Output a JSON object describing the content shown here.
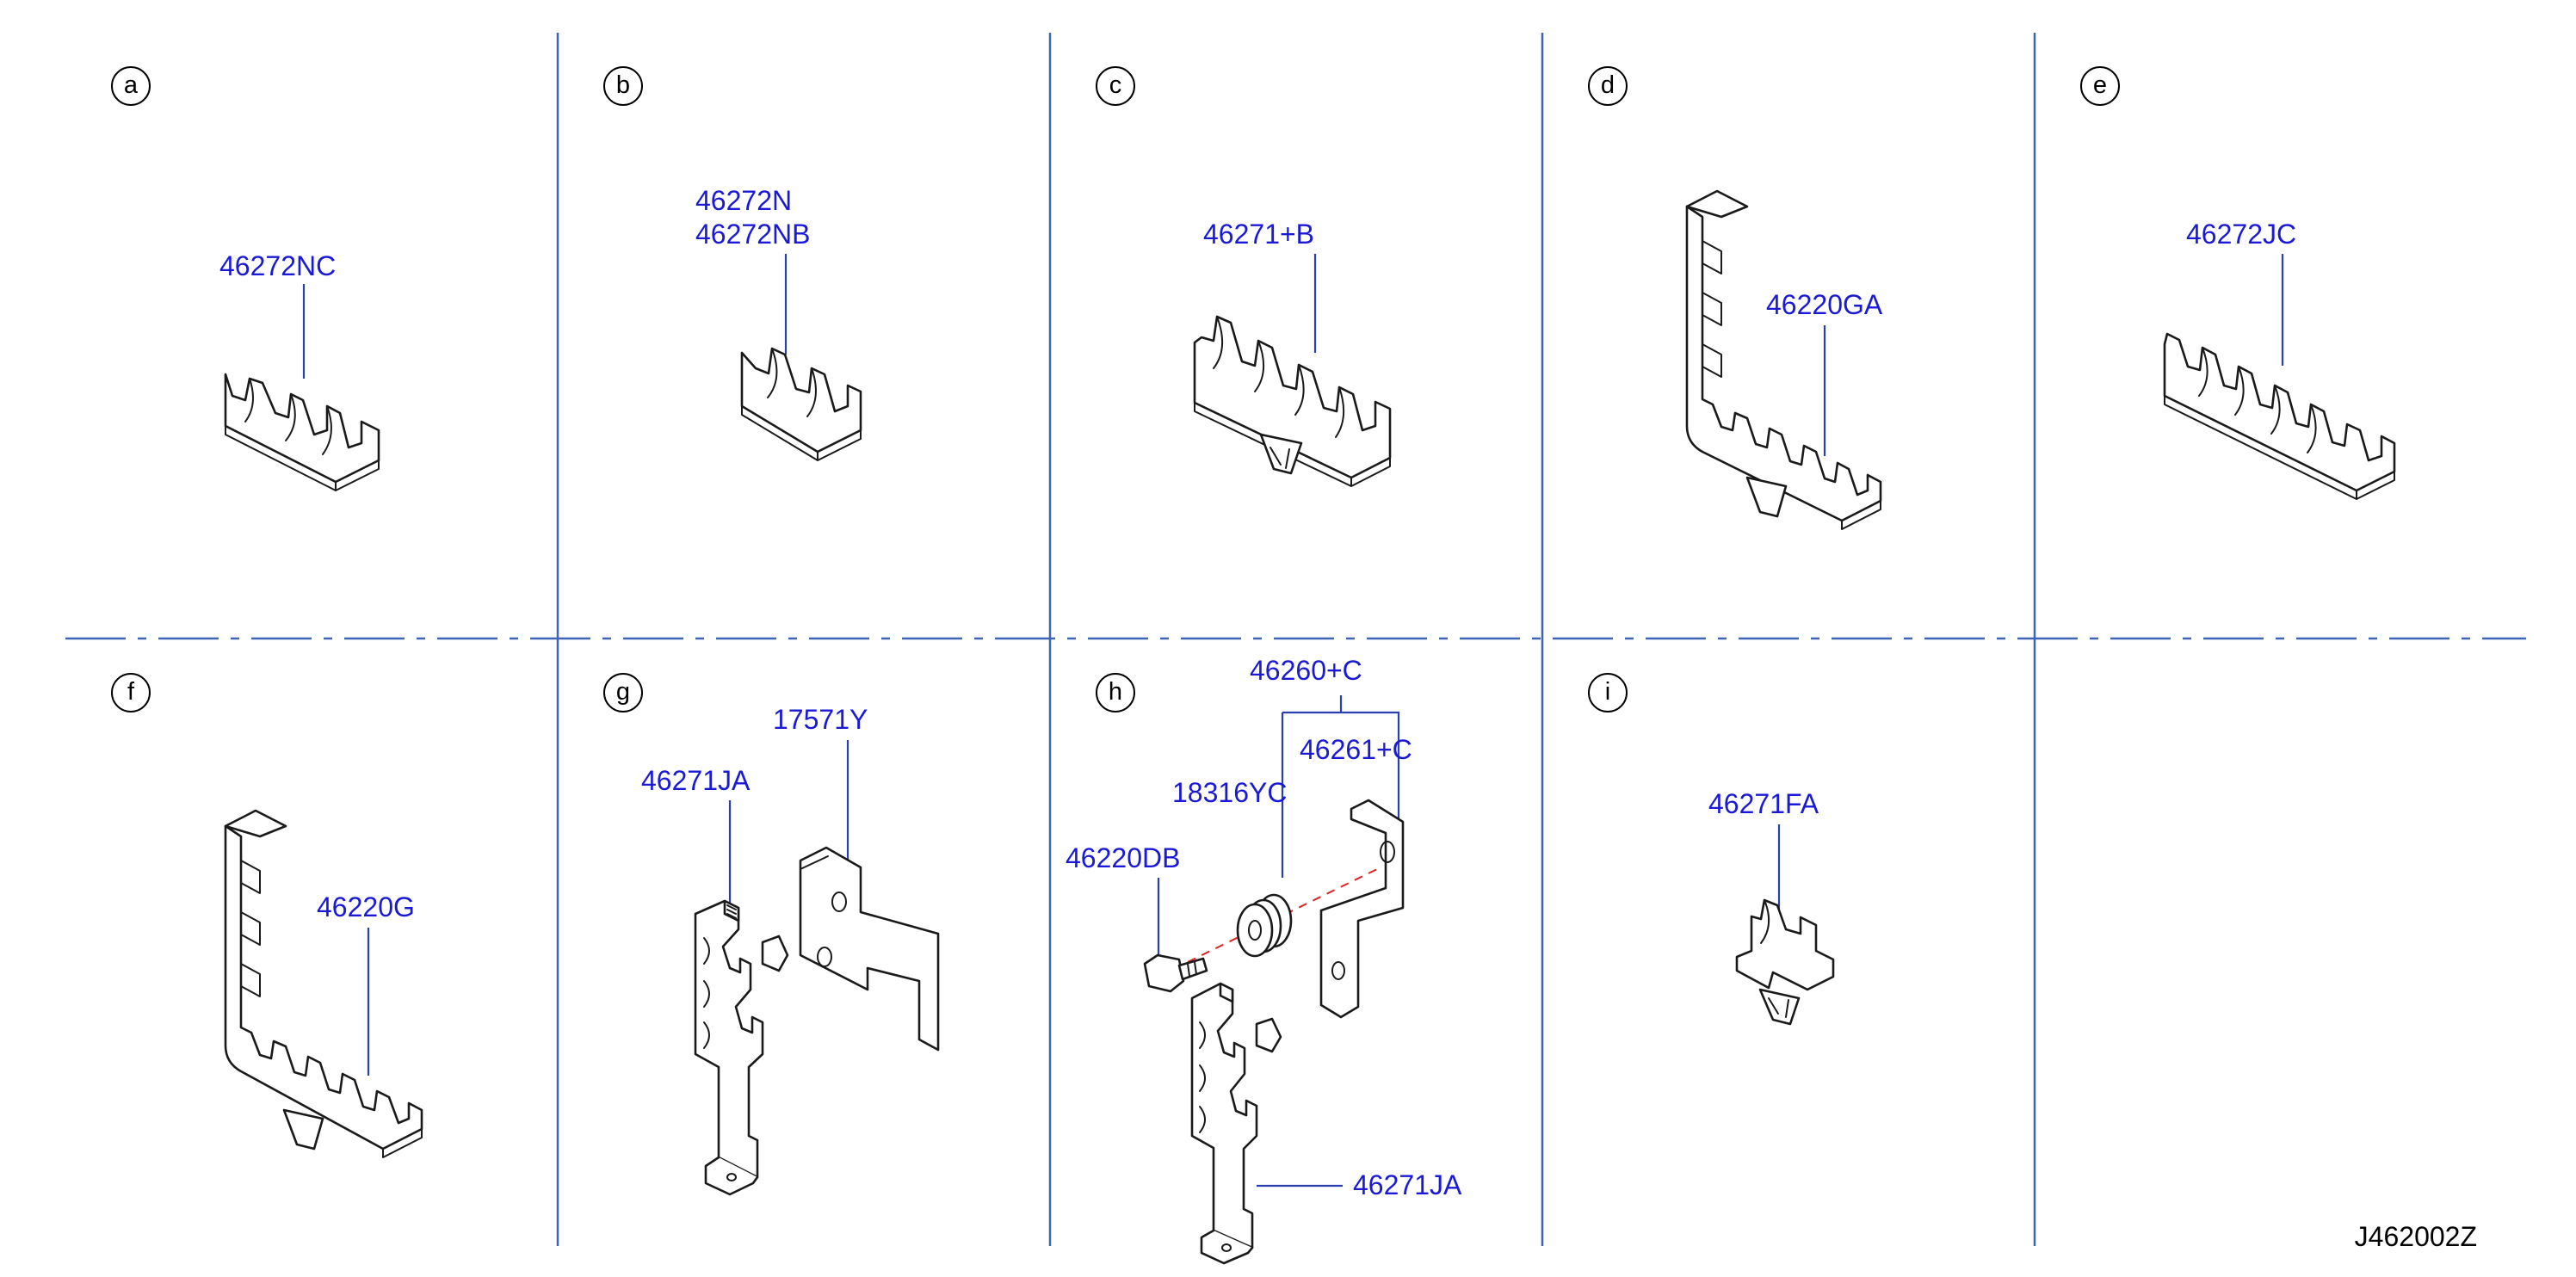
{
  "drawing_code": "J462002Z",
  "panels": {
    "a": {
      "badge": "a",
      "labels": [
        "46272NC"
      ]
    },
    "b": {
      "badge": "b",
      "labels": [
        "46272N",
        "46272NB"
      ]
    },
    "c": {
      "badge": "c",
      "labels": [
        "46271+B"
      ]
    },
    "d": {
      "badge": "d",
      "labels": [
        "46220GA"
      ]
    },
    "e": {
      "badge": "e",
      "labels": [
        "46272JC"
      ]
    },
    "f": {
      "badge": "f",
      "labels": [
        "46220G"
      ]
    },
    "g": {
      "badge": "g",
      "labels": [
        "17571Y",
        "46271JA"
      ]
    },
    "h": {
      "badge": "h",
      "labels": [
        "46260+C",
        "46261+C",
        "18316YC",
        "46220DB",
        "46271JA"
      ]
    },
    "i": {
      "badge": "i",
      "labels": [
        "46271FA"
      ]
    }
  },
  "colors": {
    "grid_line": "#3f63b5",
    "part_label": "#1a1ad6",
    "leader": "#2a3fb0",
    "center_line": "#dd2222"
  },
  "icons": {
    "badge": "circle-letter",
    "part": "line-drawing"
  }
}
